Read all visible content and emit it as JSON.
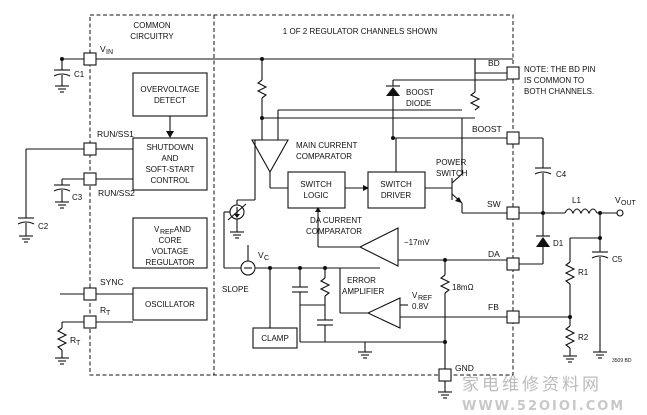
{
  "sections": {
    "common_title_1": "COMMON",
    "common_title_2": "CIRCUITRY",
    "channel_title": "1 OF 2 REGULATOR CHANNELS SHOWN"
  },
  "blocks": {
    "overvoltage_1": "OVERVOLTAGE",
    "overvoltage_2": "DETECT",
    "shutdown_1": "SHUTDOWN",
    "shutdown_2": "AND",
    "shutdown_3": "SOFT-START",
    "shutdown_4": "CONTROL",
    "vref_1": "V",
    "vref_1_sub": "REF",
    "vref_1_rest": " AND",
    "vref_2": "CORE",
    "vref_3": "VOLTAGE",
    "vref_4": "REGULATOR",
    "oscillator": "OSCILLATOR",
    "switch_logic_1": "SWITCH",
    "switch_logic_2": "LOGIC",
    "switch_driver_1": "SWITCH",
    "switch_driver_2": "DRIVER",
    "clamp": "CLAMP"
  },
  "labels": {
    "main_current_1": "MAIN CURRENT",
    "main_current_2": "COMPARATOR",
    "boost_diode_1": "BOOST",
    "boost_diode_2": "DIODE",
    "power_switch_1": "POWER",
    "power_switch_2": "SWITCH",
    "da_current_1": "DA CURRENT",
    "da_current_2": "COMPARATOR",
    "error_amp_1": "ERROR",
    "error_amp_2": "AMPLIFIER",
    "vref_0_8_main": "V",
    "vref_0_8_sub": "REF",
    "vref_0_8_val": "0.8V",
    "minus_17mv": "−17mV",
    "sense_res": "18mΩ",
    "slope": "SLOPE",
    "vc_main": "V",
    "vc_sub": "C",
    "part_code": "3509 BD"
  },
  "pins": {
    "vin_main": "V",
    "vin_sub": "IN",
    "run_ss1": "RUN/SS1",
    "run_ss2": "RUN/SS2",
    "sync": "SYNC",
    "rt_main": "R",
    "rt_sub": "T",
    "bd": "BD",
    "boost": "BOOST",
    "sw": "SW",
    "da": "DA",
    "fb": "FB",
    "gnd": "GND"
  },
  "components": {
    "c1": "C1",
    "c2": "C2",
    "c3": "C3",
    "c4": "C4",
    "c5": "C5",
    "l1": "L1",
    "d1": "D1",
    "r1": "R1",
    "r2": "R2",
    "rt_main": "R",
    "rt_sub": "T",
    "vout_main": "V",
    "vout_sub": "OUT"
  },
  "note": {
    "line1": "NOTE: THE BD PIN",
    "line2": "IS COMMON TO",
    "line3": "BOTH CHANNELS."
  },
  "watermark": {
    "line1": "家电维修资料网",
    "line2": "WWW.52OIOI.COM"
  }
}
